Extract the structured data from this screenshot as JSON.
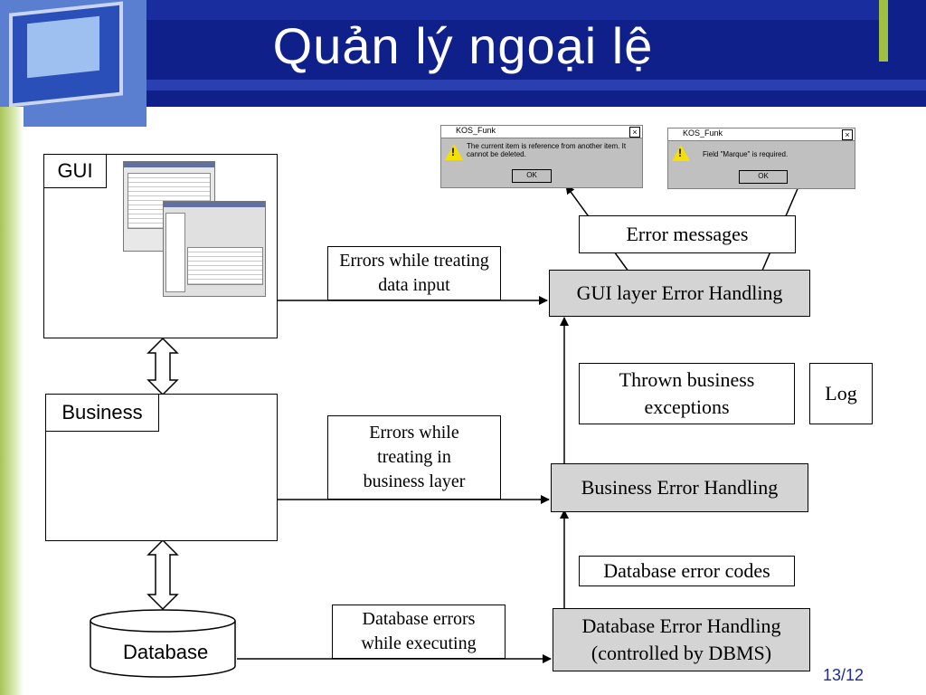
{
  "title": "Quản lý ngoại lệ",
  "page_number": "13/12",
  "layers": {
    "gui": "GUI",
    "business": "Business",
    "database": "Database"
  },
  "flows": {
    "gui_errors": "Errors while treating data input",
    "business_errors": "Errors while treating in business layer",
    "database_errors": "Database errors while executing"
  },
  "handlers": {
    "gui": "GUI layer Error Handling",
    "business": "Business Error Handling",
    "database": "Database Error Handling (controlled by DBMS)"
  },
  "outputs": {
    "error_messages": "Error messages",
    "thrown_exceptions": "Thrown business exceptions",
    "db_error_codes": "Database error codes",
    "log": "Log"
  },
  "dialogs": [
    {
      "title": "KOS_Funk",
      "message": "The current item is reference from another item. It cannot be deleted.",
      "button": "OK"
    },
    {
      "title": "KOS_Funk",
      "message": "Field \"Marque\" is required.",
      "button": "OK"
    }
  ]
}
